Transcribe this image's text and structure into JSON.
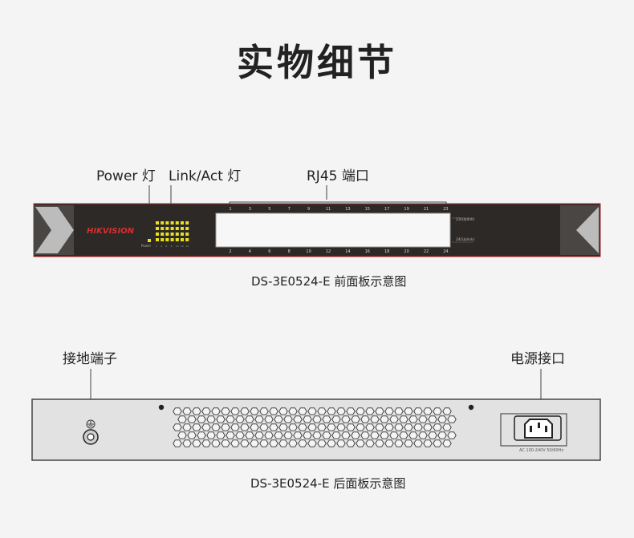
{
  "title": "实物细节",
  "front": {
    "labels": {
      "power": "Power 灯",
      "link_act": "Link/Act 灯",
      "rj45": "RJ45 端口"
    },
    "brand": "HIKVISION",
    "led_label": "Power",
    "top_port_numbers": [
      "1",
      "3",
      "5",
      "7",
      "9",
      "11",
      "13",
      "15",
      "17",
      "19",
      "21",
      "23"
    ],
    "bottom_port_numbers": [
      "2",
      "4",
      "6",
      "8",
      "10",
      "12",
      "14",
      "16",
      "18",
      "20",
      "22",
      "24"
    ],
    "led_column_numbers": [
      "2",
      "4",
      "6",
      "8",
      "10",
      "12",
      "14",
      "16"
    ],
    "side_tags": [
      "23(Uplink)",
      "24(Uplink)"
    ],
    "caption": "DS-3E0524-E 前面板示意图"
  },
  "rear": {
    "labels": {
      "ground": "接地端子",
      "power_port": "电源接口"
    },
    "power_rating": "AC 100-240V 50/60Hz",
    "caption": "DS-3E0524-E 后面板示意图"
  },
  "colors": {
    "front_panel": "#2c2926",
    "rear_panel": "#e2e2e2",
    "led": "#e8e020",
    "outline": "#c02020"
  }
}
